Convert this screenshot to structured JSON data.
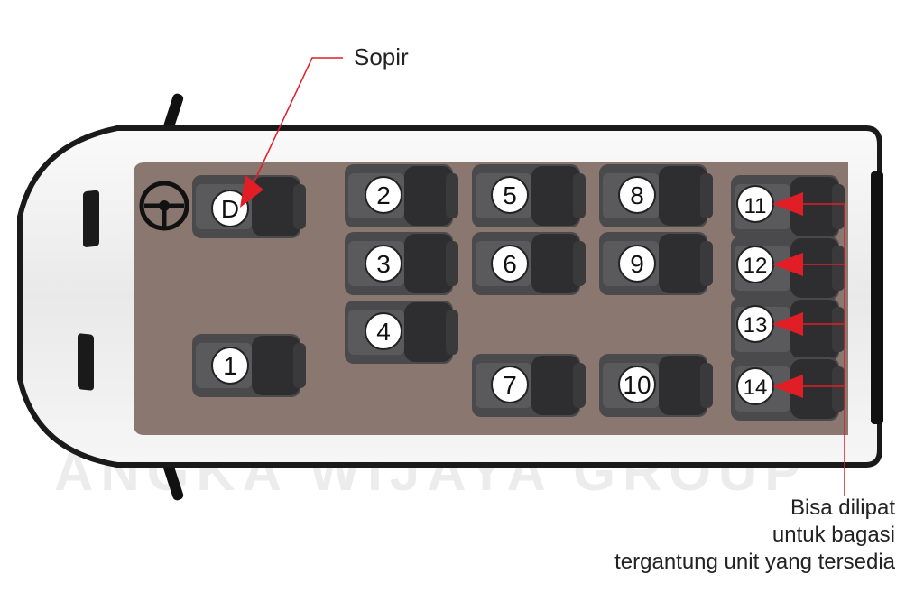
{
  "labels": {
    "driver": "Sopir",
    "note_line1": "Bisa dilipat",
    "note_line2": "untuk bagasi",
    "note_line3": "tergantung unit yang tersedia",
    "watermark": "ANGKA WIJAYA GROUP"
  },
  "seats": {
    "driver": "D",
    "s1": "1",
    "s2": "2",
    "s3": "3",
    "s4": "4",
    "s5": "5",
    "s6": "6",
    "s7": "7",
    "s8": "8",
    "s9": "9",
    "s10": "10",
    "s11": "11",
    "s12": "12",
    "s13": "13",
    "s14": "14"
  },
  "colors": {
    "floor": "#8a7770",
    "seat": "#3a3a3c",
    "arrow": "#e11d25",
    "body": "#f4f4f4"
  }
}
